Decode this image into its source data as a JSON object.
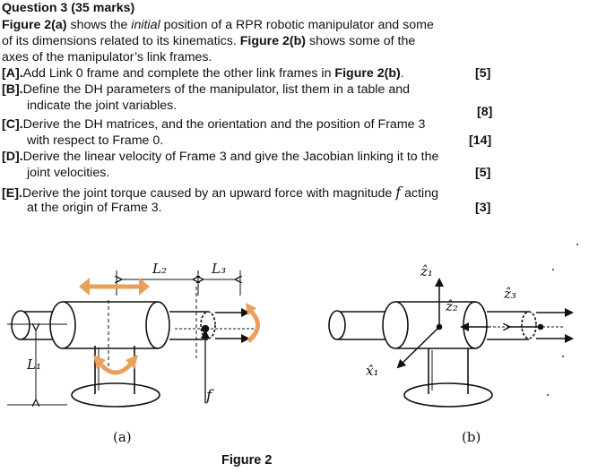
{
  "question": {
    "title": "Question 3 (35 marks)",
    "intro": {
      "fig_a": "Figure 2(a)",
      "t1": " shows the ",
      "initial": "initial",
      "t2": " position of a RPR robotic manipulator and some",
      "line2a": "of its dimensions related to its kinematics. ",
      "fig_b": "Figure 2(b)",
      "line2b": " shows some of the",
      "line3": "axes of  the manipulator’s link frames."
    },
    "parts": [
      {
        "label": "[A].",
        "lines": [
          "Add Link 0 frame and complete the other link frames in ",
          ""
        ],
        "bold_ref": "Figure 2(b)",
        "after_ref": ".",
        "marks": "[5]"
      },
      {
        "label": "[B].",
        "lines": [
          "Define the DH parameters of the manipulator",
          ", list them in a table and",
          "indicate the joint variables."
        ],
        "marks": "[8]"
      },
      {
        "label": "[C].",
        "lines": [
          "Derive the DH matrices, and the orientation and the position of Frame 3",
          "with respect to Frame 0."
        ],
        "marks": "[14]"
      },
      {
        "label": "[D].",
        "lines": [
          "Derive the linear velocity of Frame 3 and give the Jacobian linking it to the",
          "joint velocities."
        ],
        "marks": "[5]"
      },
      {
        "label": "[E].",
        "lines": [
          "Derive the joint torque caused by an upward force with magnitude ",
          "f",
          " acting",
          "at the origin of Frame 3."
        ],
        "marks": "[3]"
      }
    ]
  },
  "figure": {
    "label_L2": "L₂",
    "label_L3": "L₃",
    "label_L1": "L₁",
    "label_f": "f",
    "caption_a": "(a)",
    "caption_b": "(b)",
    "axis_z1": "ẑ₁",
    "axis_z2": "ẑ₂",
    "axis_z3": "ẑ₃",
    "axis_x1": "x̂₁",
    "title": "Figure 2",
    "colors": {
      "orange": "#e8a05a",
      "black": "#111111"
    }
  }
}
